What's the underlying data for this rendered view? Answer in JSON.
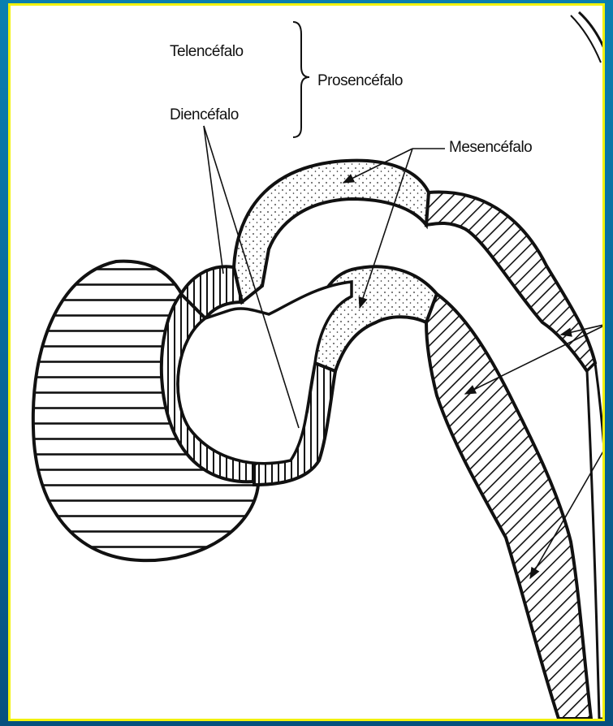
{
  "labels": {
    "telencephalon": "Telencéfalo",
    "diencephalon": "Diencéfalo",
    "prosencephalon": "Prosencéfalo",
    "mesencephalon": "Mesencéfalo"
  },
  "colors": {
    "background": "#0a7fb0",
    "border": "#f2f20a",
    "ink": "#111111"
  }
}
